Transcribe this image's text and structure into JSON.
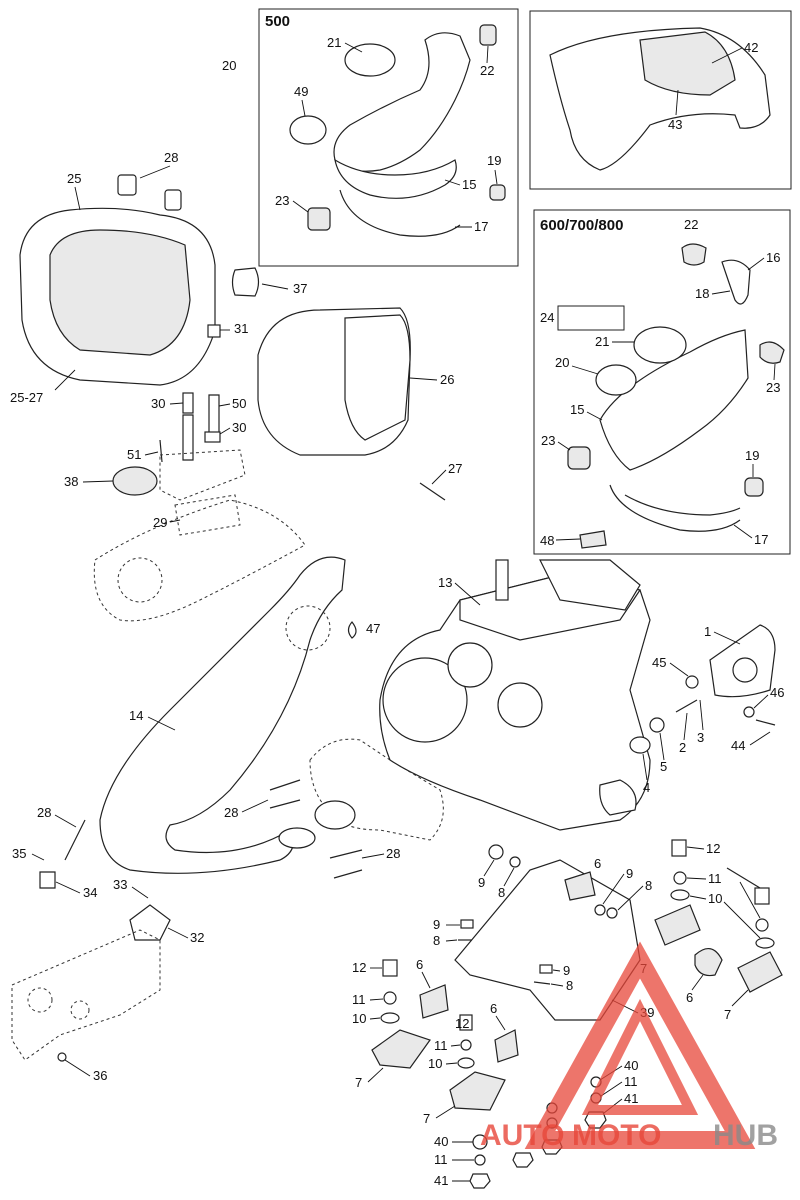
{
  "boxes": {
    "box_500": {
      "title": "500"
    },
    "box_600": {
      "title": "600/700/800"
    }
  },
  "callouts": {
    "c20": "20",
    "c21a": "21",
    "c22a": "22",
    "c49": "49",
    "c23a": "23",
    "c19a": "19",
    "c15a": "15",
    "c17a": "17",
    "c42": "42",
    "c43": "43",
    "c22b": "22",
    "c16": "16",
    "c18": "18",
    "c24": "24",
    "c21b": "21",
    "c20b": "20",
    "c23b": "23",
    "c15b": "15",
    "c23c": "23",
    "c19b": "19",
    "c48": "48",
    "c17b": "17",
    "c28a": "28",
    "c25": "25",
    "c37": "37",
    "c31": "31",
    "c25_27": "25-27",
    "c30a": "30",
    "c50": "50",
    "c30b": "30",
    "c26": "26",
    "c51": "51",
    "c38": "38",
    "c27": "27",
    "c29": "29",
    "c47": "47",
    "c13": "13",
    "c1": "1",
    "c45": "45",
    "c46": "46",
    "c3": "3",
    "c2": "2",
    "c44": "44",
    "c5": "5",
    "c4": "4",
    "c14": "14",
    "c28b": "28",
    "c28c": "28",
    "c28d": "28",
    "c35": "35",
    "c34": "34",
    "c33": "33",
    "c32": "32",
    "c36": "36",
    "c9a": "9",
    "c8a": "8",
    "c6a": "6",
    "c9b": "9",
    "c8b": "8",
    "c12a": "12",
    "c11a": "11",
    "c10a": "10",
    "c9c": "9",
    "c8c": "8",
    "c9d": "9",
    "c8d": "8",
    "c7a": "7",
    "c6b": "6",
    "c7b": "7",
    "c12b": "12",
    "c11b": "11",
    "c10b": "10",
    "c6c": "6",
    "c7c": "7",
    "c12c": "12",
    "c11c": "11",
    "c10c": "10",
    "c6d": "6",
    "c39": "39",
    "c40a": "40",
    "c11d": "11",
    "c41a": "41",
    "c40b": "40",
    "c11e": "11",
    "c41b": "41",
    "c7d": "7"
  },
  "watermark": {
    "part1": "AUTO",
    "part2": "MOTO",
    "part3": "HUB",
    "color_red": "#e8473a",
    "color_gray": "#8a8a8a"
  }
}
